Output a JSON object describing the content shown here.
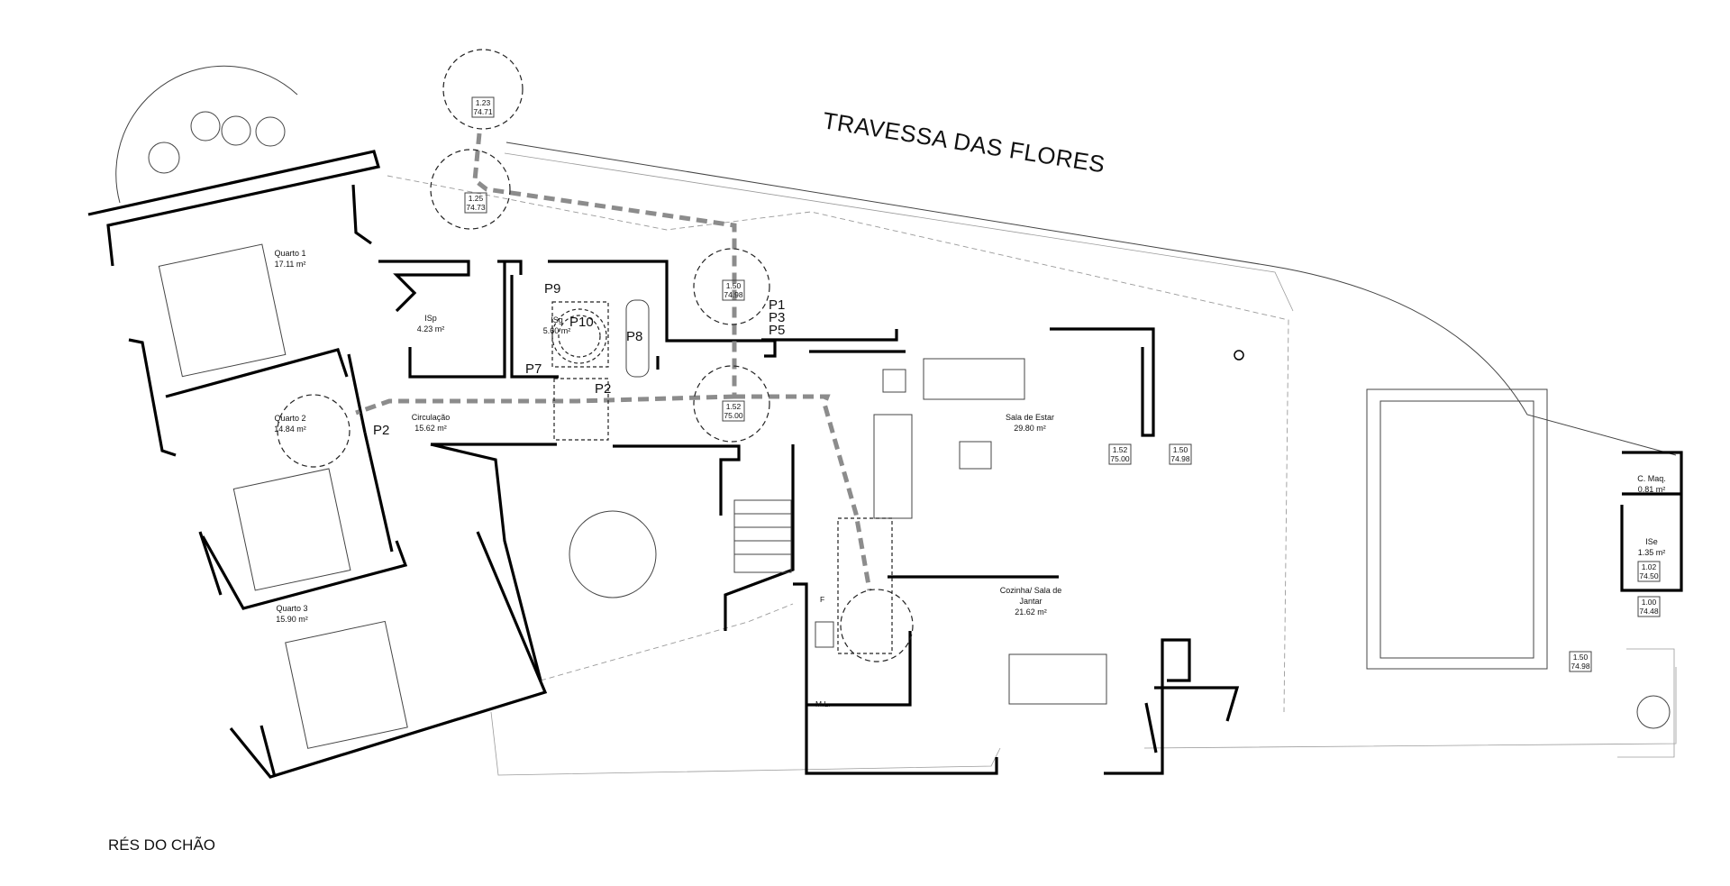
{
  "street_name": "TRAVESSA DAS FLORES",
  "floor_name": "RÉS DO CHÃO",
  "rooms": {
    "quarto1": {
      "name": "Quarto 1",
      "area": "17.11 m²"
    },
    "quarto2": {
      "name": "Quarto 2",
      "area": "14.84 m²"
    },
    "quarto3": {
      "name": "Quarto 3",
      "area": "15.90 m²"
    },
    "isp": {
      "name": "ISp",
      "area": "4.23 m²"
    },
    "isg": {
      "name": "ISg",
      "area": "5.60 m²"
    },
    "circulacao": {
      "name": "Circulação",
      "area": "15.62 m²"
    },
    "sala": {
      "name": "Sala de Estar",
      "area": "29.80 m²"
    },
    "cozinha": {
      "name_l1": "Cozinha/ Sala de",
      "name_l2": "Jantar",
      "area": "21.62 m²"
    },
    "cmaq": {
      "name": "C. Maq.",
      "area": "0.81 m²"
    },
    "ise": {
      "name": "ISe",
      "area": "1.35 m²"
    }
  },
  "points": {
    "p1": "P1",
    "p2a": "P2",
    "p2b": "P2",
    "p3": "P3",
    "p5": "P5",
    "p7": "P7",
    "p8": "P8",
    "p9": "P9",
    "p10": "P10"
  },
  "levels": {
    "l1": {
      "top": "1.23",
      "bottom": "74.71"
    },
    "l2": {
      "top": "1.25",
      "bottom": "74.73"
    },
    "l3": {
      "top": "1.50",
      "bottom": "74.98"
    },
    "l4": {
      "top": "1.52",
      "bottom": "75.00"
    },
    "l5": {
      "top": "1.52",
      "bottom": "75.00"
    },
    "l6": {
      "top": "1.50",
      "bottom": "74.98"
    },
    "l7": {
      "top": "1.02",
      "bottom": "74.50"
    },
    "l8": {
      "top": "1.00",
      "bottom": "74.48"
    },
    "l9": {
      "top": "1.50",
      "bottom": "74.98"
    }
  },
  "kitchen_marks": {
    "fridge": "F",
    "dishwasher": "M.L."
  }
}
